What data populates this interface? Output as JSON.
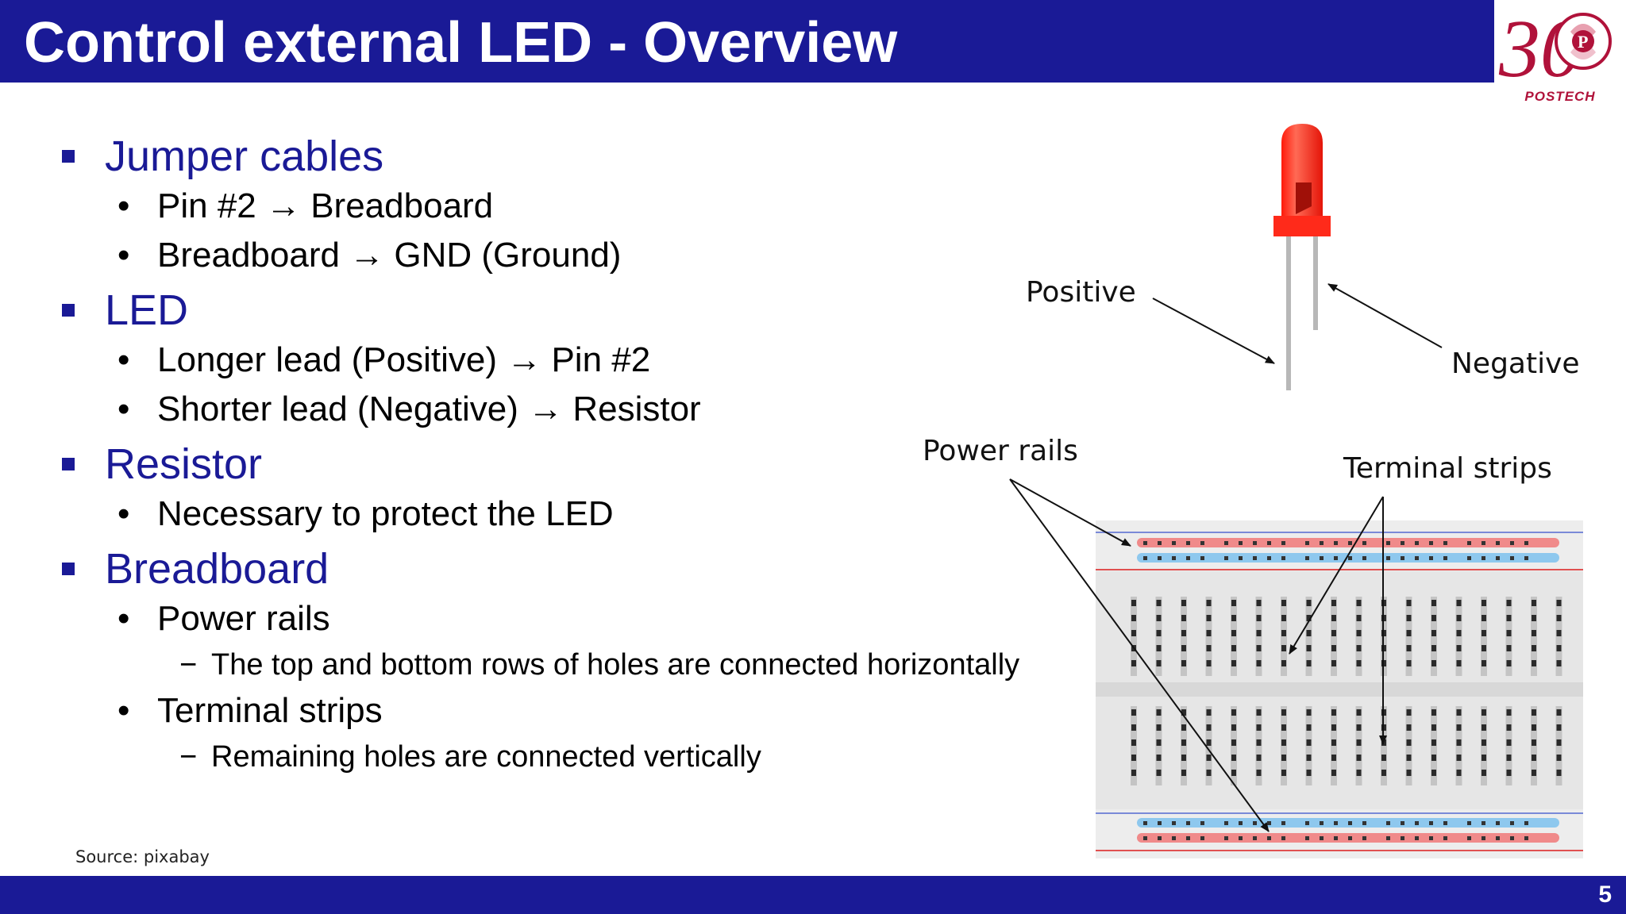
{
  "slide": {
    "title": "Control external LED - Overview",
    "page_number": "5",
    "source": "Source: pixabay"
  },
  "logo": {
    "numeral": "30",
    "name": "POSTECH",
    "icon": "postech-30th-anniversary-logo"
  },
  "bullets": {
    "jumper": {
      "heading": "Jumper cables",
      "items": [
        "Pin #2 → Breadboard",
        "Breadboard → GND (Ground)"
      ]
    },
    "led": {
      "heading": "LED",
      "items": [
        "Longer lead (Positive) → Pin #2",
        "Shorter lead (Negative) → Resistor"
      ]
    },
    "resistor": {
      "heading": "Resistor",
      "items": [
        "Necessary to protect the LED"
      ]
    },
    "breadboard": {
      "heading": "Breadboard",
      "power_rails": "Power rails",
      "power_rails_detail": "The top and bottom rows of holes are connected horizontally",
      "terminal_strips": "Terminal strips",
      "terminal_strips_detail": "Remaining holes are connected vertically"
    }
  },
  "diagram": {
    "positive_label": "Positive",
    "negative_label": "Negative",
    "power_rails_label": "Power rails",
    "terminal_strips_label": "Terminal strips",
    "led_icon": "red-led-icon",
    "breadboard_icon": "breadboard-image"
  },
  "colors": {
    "title_bar": "#1a1a96",
    "heading_text": "#1a1a96",
    "led_red": "#ff2a1a",
    "rail_red": "#f08a8a",
    "rail_blue": "#8ec8ee"
  }
}
